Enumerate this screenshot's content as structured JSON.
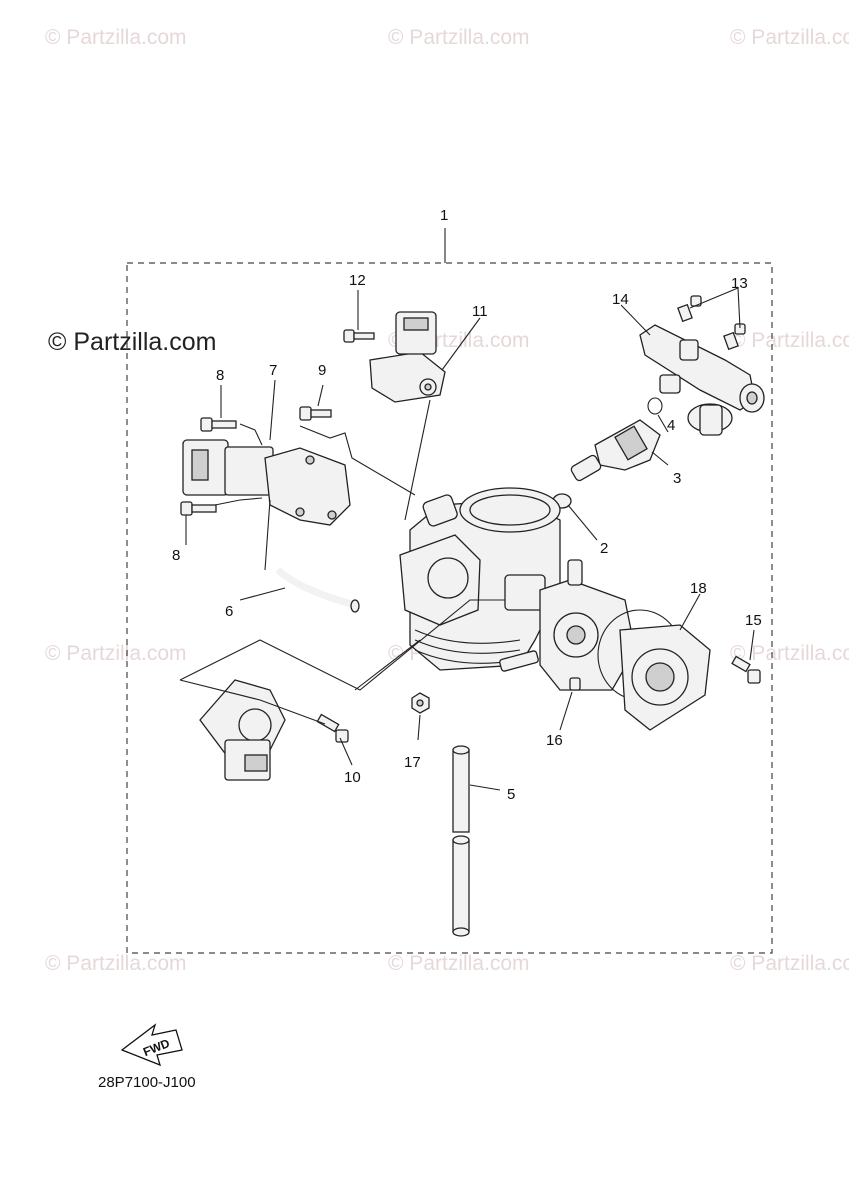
{
  "watermark": "© Partzilla.com",
  "logo_text": "© Partzilla.com",
  "diagram_code": "28P7100-J100",
  "fwd_label": "FWD",
  "callouts": {
    "c1": "1",
    "c2": "2",
    "c3": "3",
    "c4": "4",
    "c5": "5",
    "c6": "6",
    "c7": "7",
    "c8a": "8",
    "c8b": "8",
    "c9": "9",
    "c10": "10",
    "c11": "11",
    "c12": "12",
    "c13": "13",
    "c14": "14",
    "c15": "15",
    "c16": "16",
    "c17": "17",
    "c18": "18"
  }
}
